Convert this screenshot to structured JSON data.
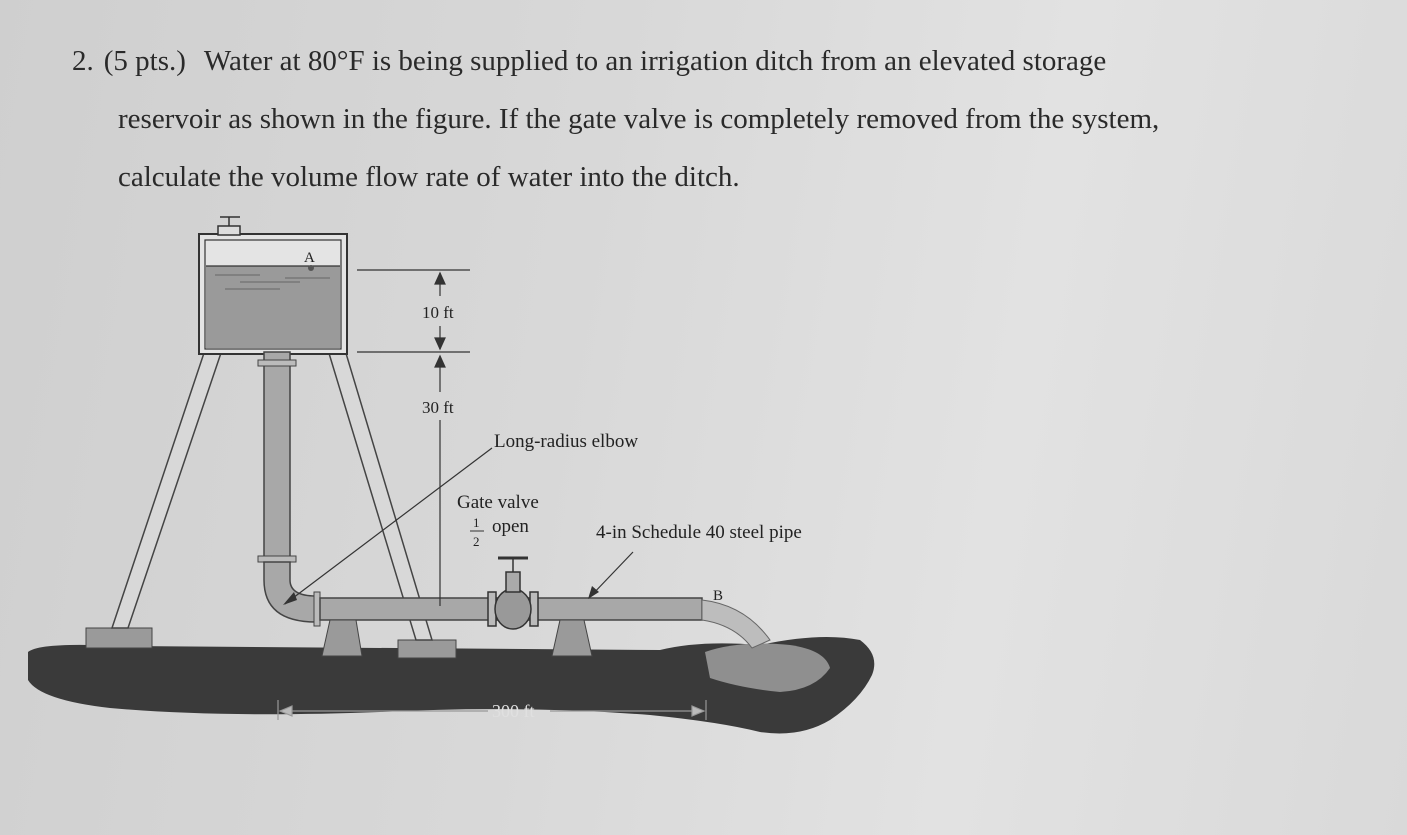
{
  "problem": {
    "number": "2.",
    "points": "(5 pts.)",
    "line1": "Water at 80°F is being supplied to an irrigation ditch from an elevated storage",
    "line2": "reservoir as shown in the figure. If the gate valve is completely removed from the system,",
    "line3": "calculate the volume flow rate of water into the ditch."
  },
  "figure": {
    "point_a": "A",
    "point_b": "B",
    "dim_10ft": "10 ft",
    "dim_30ft": "30 ft",
    "elbow_label": "Long-radius elbow",
    "valve_label": "Gate valve",
    "valve_frac_num": "1",
    "valve_frac_den": "2",
    "valve_open": "open",
    "pipe_label": "4-in Schedule 40 steel pipe",
    "dim_300ft": "300 ft"
  },
  "colors": {
    "ink": "#2a2a2a",
    "water": "#9a9a9a",
    "pipe": "#a8a8a8",
    "ground": "#3a3a3a"
  }
}
